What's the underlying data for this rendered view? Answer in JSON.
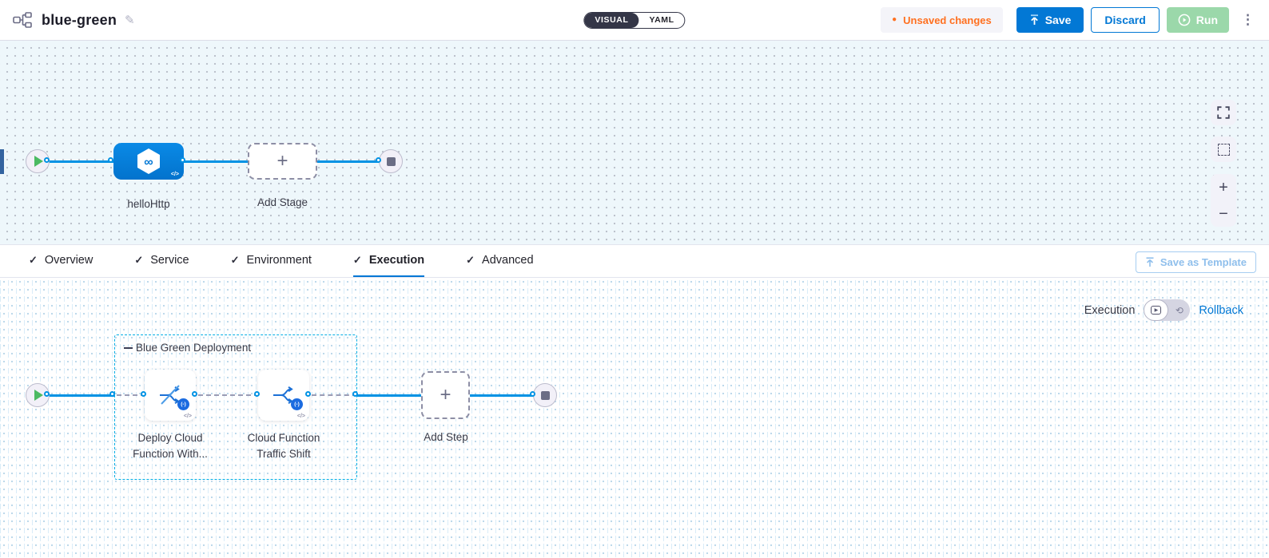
{
  "header": {
    "title": "blue-green",
    "view_toggle": {
      "visual": "VISUAL",
      "yaml": "YAML"
    },
    "unsaved_badge": "Unsaved changes",
    "save": "Save",
    "discard": "Discard",
    "run": "Run"
  },
  "stage_canvas": {
    "stage_name": "helloHttp",
    "add_stage": "Add Stage"
  },
  "tabs": {
    "items": [
      {
        "label": "Overview"
      },
      {
        "label": "Service"
      },
      {
        "label": "Environment"
      },
      {
        "label": "Execution"
      },
      {
        "label": "Advanced"
      }
    ],
    "active": "Execution",
    "save_as_template": "Save as Template"
  },
  "execution_canvas": {
    "mode_label": "Execution",
    "rollback": "Rollback",
    "group_label": "Blue Green Deployment",
    "steps": [
      {
        "line1": "Deploy Cloud",
        "line2": "Function With..."
      },
      {
        "line1": "Cloud Function",
        "line2": "Traffic Shift"
      }
    ],
    "add_step": "Add Step"
  },
  "icons": {
    "check": "✓",
    "kebab": "⋮",
    "pencil": "✎",
    "plus": "+",
    "minus": "−",
    "code": "</>",
    "infinity": "∞",
    "gcf_badge": "(-)",
    "rollback_arrow": "⟲",
    "unsaved_dot": "●"
  },
  "colors": {
    "accent_blue": "#0278d5",
    "line_cyan": "#0092e4",
    "group_border": "#00ade4",
    "unsaved_orange": "#ff7020",
    "run_green": "#9bd8aa",
    "dark_text": "#383946"
  }
}
